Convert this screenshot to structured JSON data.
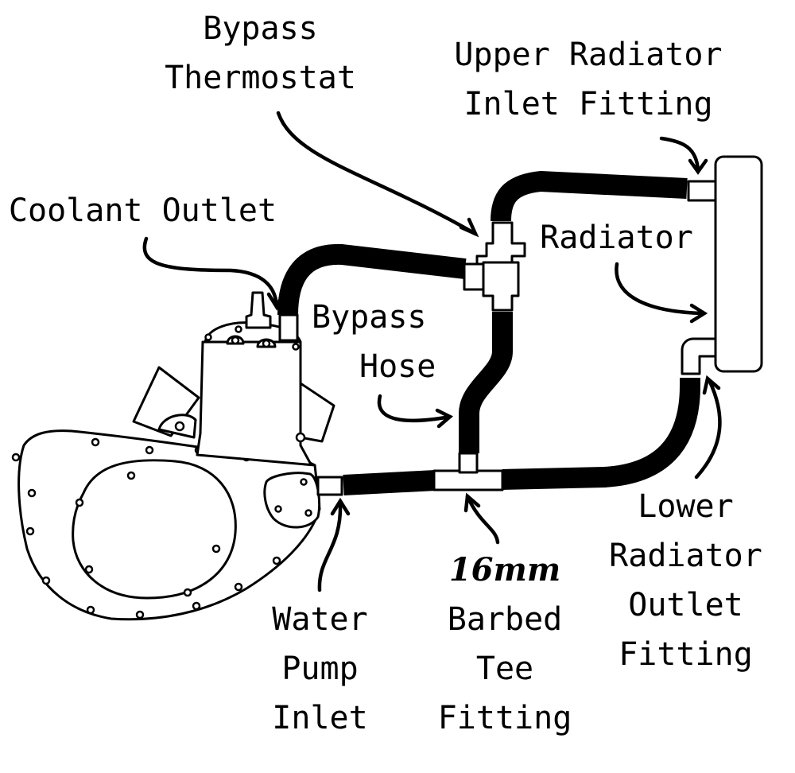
{
  "labels": {
    "bypass_thermostat": [
      "Bypass",
      "Thermostat"
    ],
    "upper_radiator_inlet": [
      "Upper Radiator",
      "Inlet Fitting"
    ],
    "coolant_outlet": [
      "Coolant Outlet"
    ],
    "radiator": [
      "Radiator"
    ],
    "bypass_hose": [
      "Bypass",
      "Hose"
    ],
    "lower_radiator_outlet": [
      "Lower",
      "Radiator",
      "Outlet",
      "Fitting"
    ],
    "water_pump_inlet": [
      "Water",
      "Pump",
      "Inlet"
    ],
    "barbed_tee": [
      "16mm",
      "Barbed",
      "Tee",
      "Fitting"
    ]
  },
  "colors": {
    "ink": "#000000",
    "background": "#ffffff"
  }
}
